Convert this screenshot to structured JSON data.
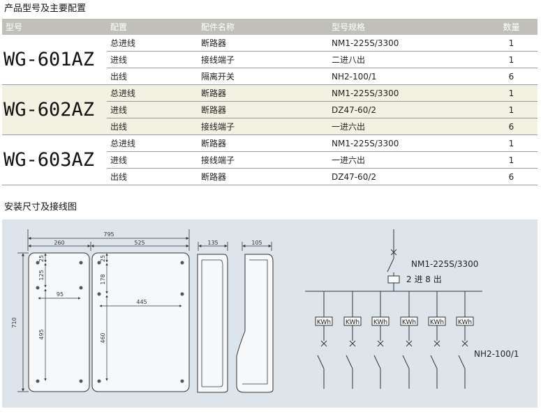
{
  "section1_title": "产品型号及主要配置",
  "section2_title": "安装尺寸及接线图",
  "table": {
    "headers": [
      "型号",
      "配置",
      "配件名称",
      "型号规格",
      "数量"
    ],
    "groups": [
      {
        "model": "WG-601AZ",
        "rows": [
          {
            "config": "总进线",
            "part": "断路器",
            "spec": "NM1-225S/3300",
            "qty": "1"
          },
          {
            "config": "进线",
            "part": "接线端子",
            "spec": "二进八出",
            "qty": "1"
          },
          {
            "config": "出线",
            "part": "隔离开关",
            "spec": "NH2-100/1",
            "qty": "6"
          }
        ]
      },
      {
        "model": "WG-602AZ",
        "rows": [
          {
            "config": "总进线",
            "part": "断路器",
            "spec": "NM1-225S/3300",
            "qty": "1"
          },
          {
            "config": "进线",
            "part": "断路器",
            "spec": "DZ47-60/2",
            "qty": "1"
          },
          {
            "config": "出线",
            "part": "接线端子",
            "spec": "一进六出",
            "qty": "6"
          }
        ]
      },
      {
        "model": "WG-603AZ",
        "rows": [
          {
            "config": "总进线",
            "part": "断路器",
            "spec": "NM1-225S/3300",
            "qty": "1"
          },
          {
            "config": "进线",
            "part": "接线端子",
            "spec": "一进六出",
            "qty": "1"
          },
          {
            "config": "出线",
            "part": "断路器",
            "spec": "DZ47-60/2",
            "qty": "6"
          }
        ]
      }
    ]
  },
  "dimensions": {
    "total_width": "795",
    "left_width": "260",
    "right_width": "525",
    "depth_front": "135",
    "depth_side": "105",
    "height": "710",
    "left_top": "25",
    "left_125": "125",
    "left_95": "95",
    "left_495": "495",
    "right_top": "25",
    "right_178": "178",
    "right_445": "445",
    "right_460": "460"
  },
  "wiring": {
    "main_breaker": "NM1-225S/3300",
    "terminal": "2 进 8 出",
    "meter_label": "KWh",
    "isolator": "NH2-100/1"
  }
}
